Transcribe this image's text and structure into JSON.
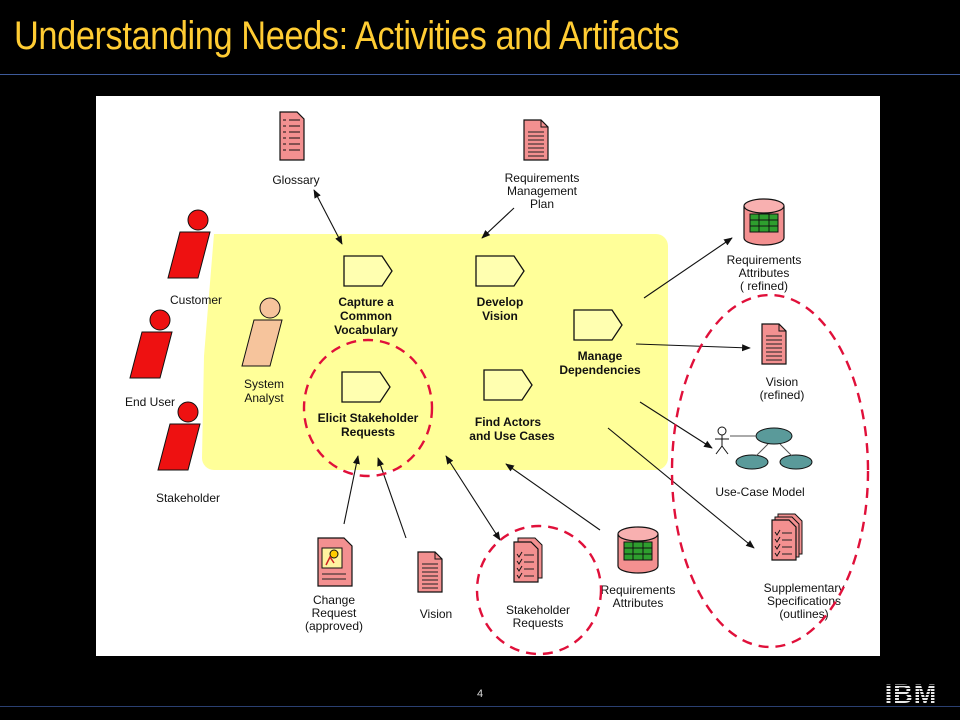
{
  "slide": {
    "title": "Understanding Needs: Activities and Artifacts",
    "page_number": "4",
    "logo_text": "IBM"
  },
  "diagram": {
    "roles": {
      "customer": "Customer",
      "end_user": "End User",
      "stakeholder": "Stakeholder",
      "system_analyst": [
        "System",
        "Analyst"
      ]
    },
    "activities": {
      "capture_vocabulary": [
        "Capture a",
        "Common",
        "Vocabulary"
      ],
      "develop_vision": [
        "Develop",
        "Vision"
      ],
      "manage_dependencies": [
        "Manage",
        "Dependencies"
      ],
      "elicit_requests": [
        "Elicit Stakeholder",
        "Requests"
      ],
      "find_actors": [
        "Find Actors",
        "and Use Cases"
      ]
    },
    "artifacts": {
      "glossary": "Glossary",
      "req_mgmt_plan": [
        "Requirements",
        "Management",
        "Plan"
      ],
      "req_attributes_refined": [
        "Requirements",
        "Attributes",
        "( refined)"
      ],
      "vision_refined": [
        "Vision",
        "(refined)"
      ],
      "use_case_model": "Use-Case Model",
      "supplementary_specs": [
        "Supplementary",
        "Specifications",
        "(outlines)"
      ],
      "change_request": [
        "Change",
        "Request",
        "(approved)"
      ],
      "vision": "Vision",
      "stakeholder_requests": [
        "Stakeholder",
        "Requests"
      ],
      "req_attributes": [
        "Requirements",
        "Attributes"
      ]
    },
    "colors": {
      "title": "#ffcc33",
      "role_red": "#ee1111",
      "analyst": "#f6c49c",
      "activity_area": "#ffff99",
      "artifact_pink": "#f39090",
      "highlight_dash": "#e0103a",
      "use_case_teal": "#5a9a9a"
    }
  }
}
